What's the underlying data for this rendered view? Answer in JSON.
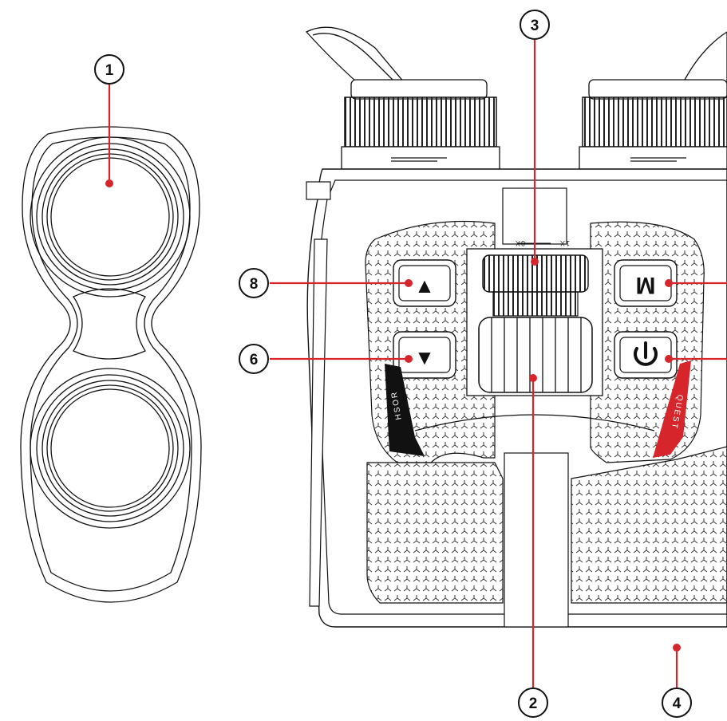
{
  "diagram": {
    "callouts": [
      {
        "id": "1",
        "label": "1"
      },
      {
        "id": "2",
        "label": "2"
      },
      {
        "id": "3",
        "label": "3"
      },
      {
        "id": "4",
        "label": "4"
      },
      {
        "id": "6",
        "label": "6"
      },
      {
        "id": "8",
        "label": "8"
      }
    ],
    "buttons": {
      "up_symbol": "▲",
      "down_symbol": "▼",
      "menu_symbol": "M",
      "power_symbol": "power-icon"
    },
    "dial_marks": {
      "left": "8X",
      "right": "1X"
    },
    "panel_labels": {
      "left": "HSOR",
      "right": "QUEST"
    },
    "colors": {
      "accent": "#d7262b",
      "ink": "#111111",
      "right_panel_fill": "#d7262b",
      "left_panel_fill": "#111111"
    }
  }
}
